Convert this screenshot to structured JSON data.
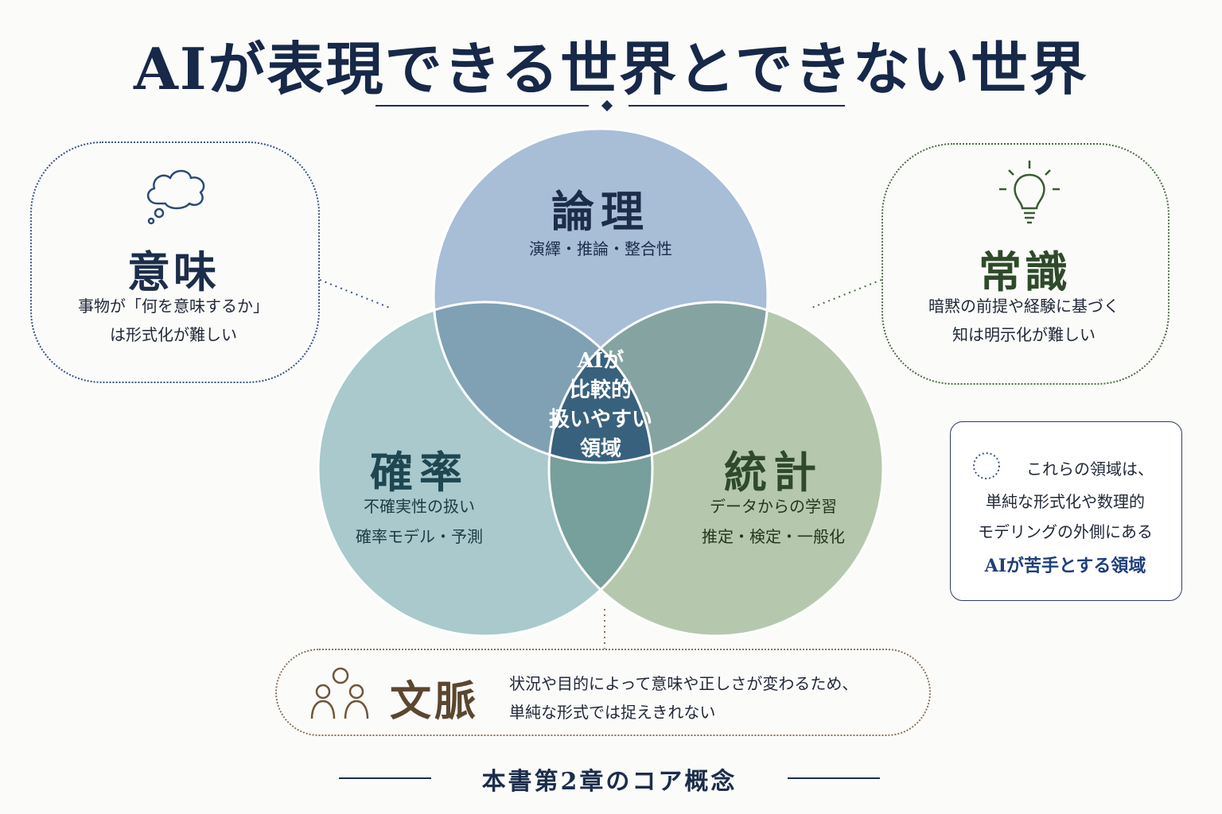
{
  "title": "AIが表現できる世界とできない世界",
  "venn": {
    "logic": {
      "label": "論理",
      "sub": "演繹・推論・整合性"
    },
    "probability": {
      "label": "確率",
      "sub1": "不確実性の扱い",
      "sub2": "確率モデル・予測"
    },
    "statistics": {
      "label": "統計",
      "sub1": "データからの学習",
      "sub2": "推定・検定・一般化"
    },
    "center": {
      "line1": "AIが",
      "line2": "比較的",
      "line3": "扱いやすい",
      "line4": "領域"
    }
  },
  "meaning": {
    "label": "意味",
    "desc1": "事物が「何を意味するか」",
    "desc2": "は形式化が難しい",
    "icon": "thought-cloud-icon"
  },
  "common_sense": {
    "label": "常識",
    "desc1": "暗黙の前提や経験に基づく",
    "desc2": "知は明示化が難しい",
    "icon": "lightbulb-icon"
  },
  "context": {
    "label": "文脈",
    "desc1": "状況や目的によって意味や正しさが変わるため、",
    "desc2": "単純な形式では捉えきれない",
    "icon": "people-icon"
  },
  "note": {
    "line1": "これらの領域は、",
    "line2": "単純な形式化や数理的",
    "line3": "モデリングの外側にある",
    "highlight": "AIが苦手とする領域"
  },
  "footer": "本書第2章のコア概念",
  "colors": {
    "navy": "#1c2d4a",
    "logic_circle": "#a8bdd6",
    "probability_circle": "#a9c9cc",
    "statistics_circle": "#b5c8ad",
    "center": "#38617d",
    "common_sense_green": "#2f4a2a",
    "context_brown": "#5b4630",
    "highlight_blue": "#1f3f7a"
  }
}
